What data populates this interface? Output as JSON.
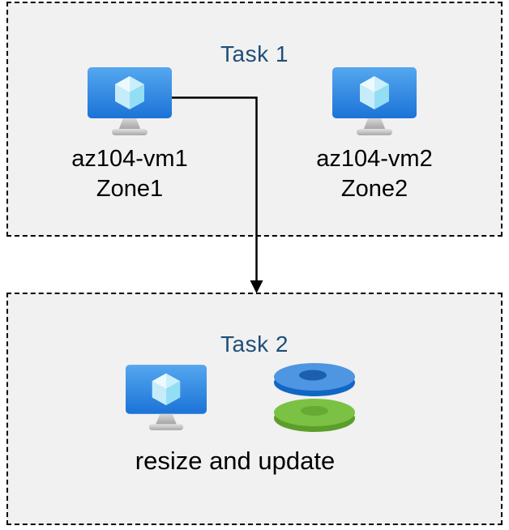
{
  "colors": {
    "box_fill": "#F1F1F1",
    "box_border": "#000000",
    "title_text": "#1F4E79",
    "body_text": "#000000",
    "vm_screen_top": "#55A7EF",
    "vm_screen_bottom": "#1B73D7",
    "cube_light": "#ECFAFE",
    "cube_mid": "#C6ECFA",
    "cube_dark": "#93DEF5",
    "stand_gray": "#B5B5B5",
    "disk_blue_top": "#4E95E2",
    "disk_blue_side": "#1167C5",
    "disk_blue_hole": "#1C5FAE",
    "disk_green_top": "#7BC143",
    "disk_green_side": "#5C9E2B",
    "disk_green_hole": "#66AA33",
    "arrow": "#000000"
  },
  "task1": {
    "title": "Task 1",
    "vms": [
      {
        "name": "az104-vm1",
        "zone": "Zone1",
        "icon": "virtual-machine-icon"
      },
      {
        "name": "az104-vm2",
        "zone": "Zone2",
        "icon": "virtual-machine-icon"
      }
    ]
  },
  "task2": {
    "title": "Task 2",
    "caption": "resize and update",
    "icons": [
      "virtual-machine-icon",
      "managed-disks-icon"
    ]
  },
  "connector": {
    "type": "elbow-arrow",
    "from": "az104-vm1",
    "to": "task2-box"
  }
}
